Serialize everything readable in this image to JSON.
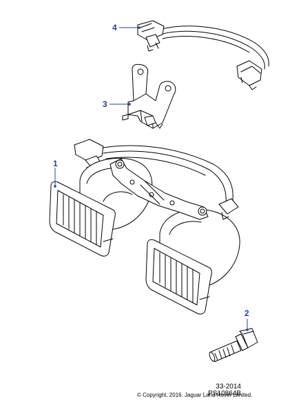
{
  "callouts": [
    {
      "number": "1"
    },
    {
      "number": "2"
    },
    {
      "number": "3"
    },
    {
      "number": "4"
    }
  ],
  "footer": {
    "reference": "33-2014",
    "copyright": "© Copyright, 2016. Jaguar Land Rover Limited.",
    "part_code": "PS10864B"
  },
  "colors": {
    "callout": "#1f3fa8",
    "line": "#000000"
  }
}
